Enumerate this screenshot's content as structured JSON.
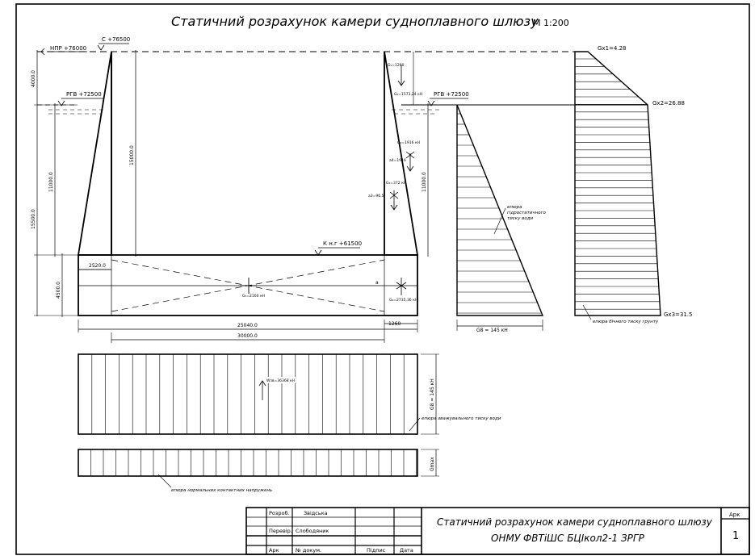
{
  "title": {
    "main": "Статичний розрахунок камери судноплавного шлюзу",
    "scale": "М 1:200"
  },
  "levels": {
    "npr": "НПР +76000",
    "crest": "С +76500",
    "rgv_left": "РГВ +72500",
    "rgv_right": "РГВ +72500",
    "bottom": "К н.г +61500"
  },
  "dims": {
    "left_top": "4000.0",
    "left_mid": "11000.0",
    "left_total": "15500.0",
    "left_base": "4500.0",
    "wall_height": "15000.0",
    "right_mid": "11000.0",
    "base_offset": "2520.0",
    "base_inner": "25040.0",
    "base_total": "30000.0",
    "right_toe": "1260",
    "load_marker": "a"
  },
  "forces": {
    "f1": "G₁=1260",
    "f2": "G₂=1573,24 кН",
    "f3": "G₃=1916 кН",
    "f4": "a4=1916",
    "f5": "G₄=372 кН",
    "f6": "a3=96.5",
    "f7": "G₅=2160 кН",
    "f8": "G₆=2735,36 кН",
    "uplift": "Wзв=36368 кН"
  },
  "diagrams": {
    "hydro_label": "епюра гідростатичного тиску води",
    "hydro_base": "G8 = 145 кН",
    "soil_top": "Gx1=4.28",
    "soil_mid": "Gx2=26.88",
    "soil_bottom": "Gx3=31.5",
    "soil_label": "епюра бічного тиску грунту",
    "uplift_label": "епюра зважувального тиску води",
    "uplift_side": "G8 = 145 кН",
    "contact_label": "епюра нормальних контактних напружень",
    "contact_side": "Gmax"
  },
  "stamp": {
    "row1_role": "Розроб.",
    "row1_name": "Звідська",
    "row2_role": "Перевір.",
    "row2_name": "Слободяник",
    "col_sheet": "Арк",
    "col_doc": "№ докум.",
    "col_sign": "Підпис",
    "col_date": "Дата",
    "title": "Статичний розрахунок камери судноплавного шлюзу",
    "org": "ОНМУ ФВТіШС БЦІкол2-1 ЗРГР",
    "sheet_label": "Арк",
    "sheet_no": "1"
  }
}
